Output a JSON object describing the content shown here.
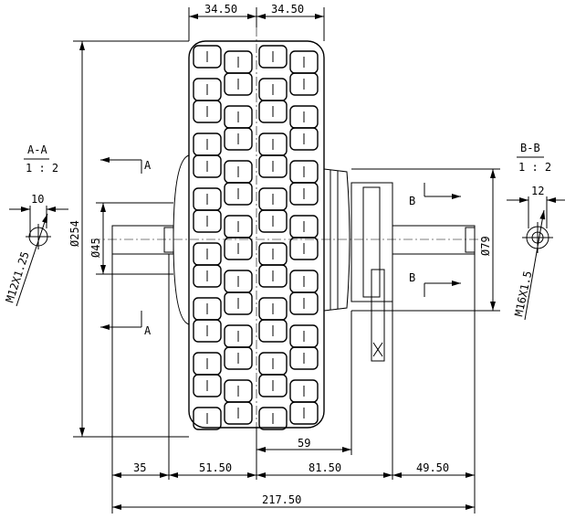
{
  "section_a": {
    "label": "A-A",
    "scale": "1 : 2",
    "width_dim": "10",
    "thread": "M12X1.25",
    "arrow_letter": "A"
  },
  "section_b": {
    "label": "B-B",
    "scale": "1 : 2",
    "width_dim": "12",
    "thread": "M16X1.5",
    "arrow_letter": "B"
  },
  "dims": {
    "top_left": "34.50",
    "top_right": "34.50",
    "tire_diameter": "Ø254",
    "shaft_diameter": "Ø45",
    "hub_diameter": "Ø79",
    "hub_offset": "59",
    "seg1": "35",
    "seg2": "51.50",
    "seg3": "81.50",
    "seg4": "49.50",
    "overall": "217.50"
  }
}
